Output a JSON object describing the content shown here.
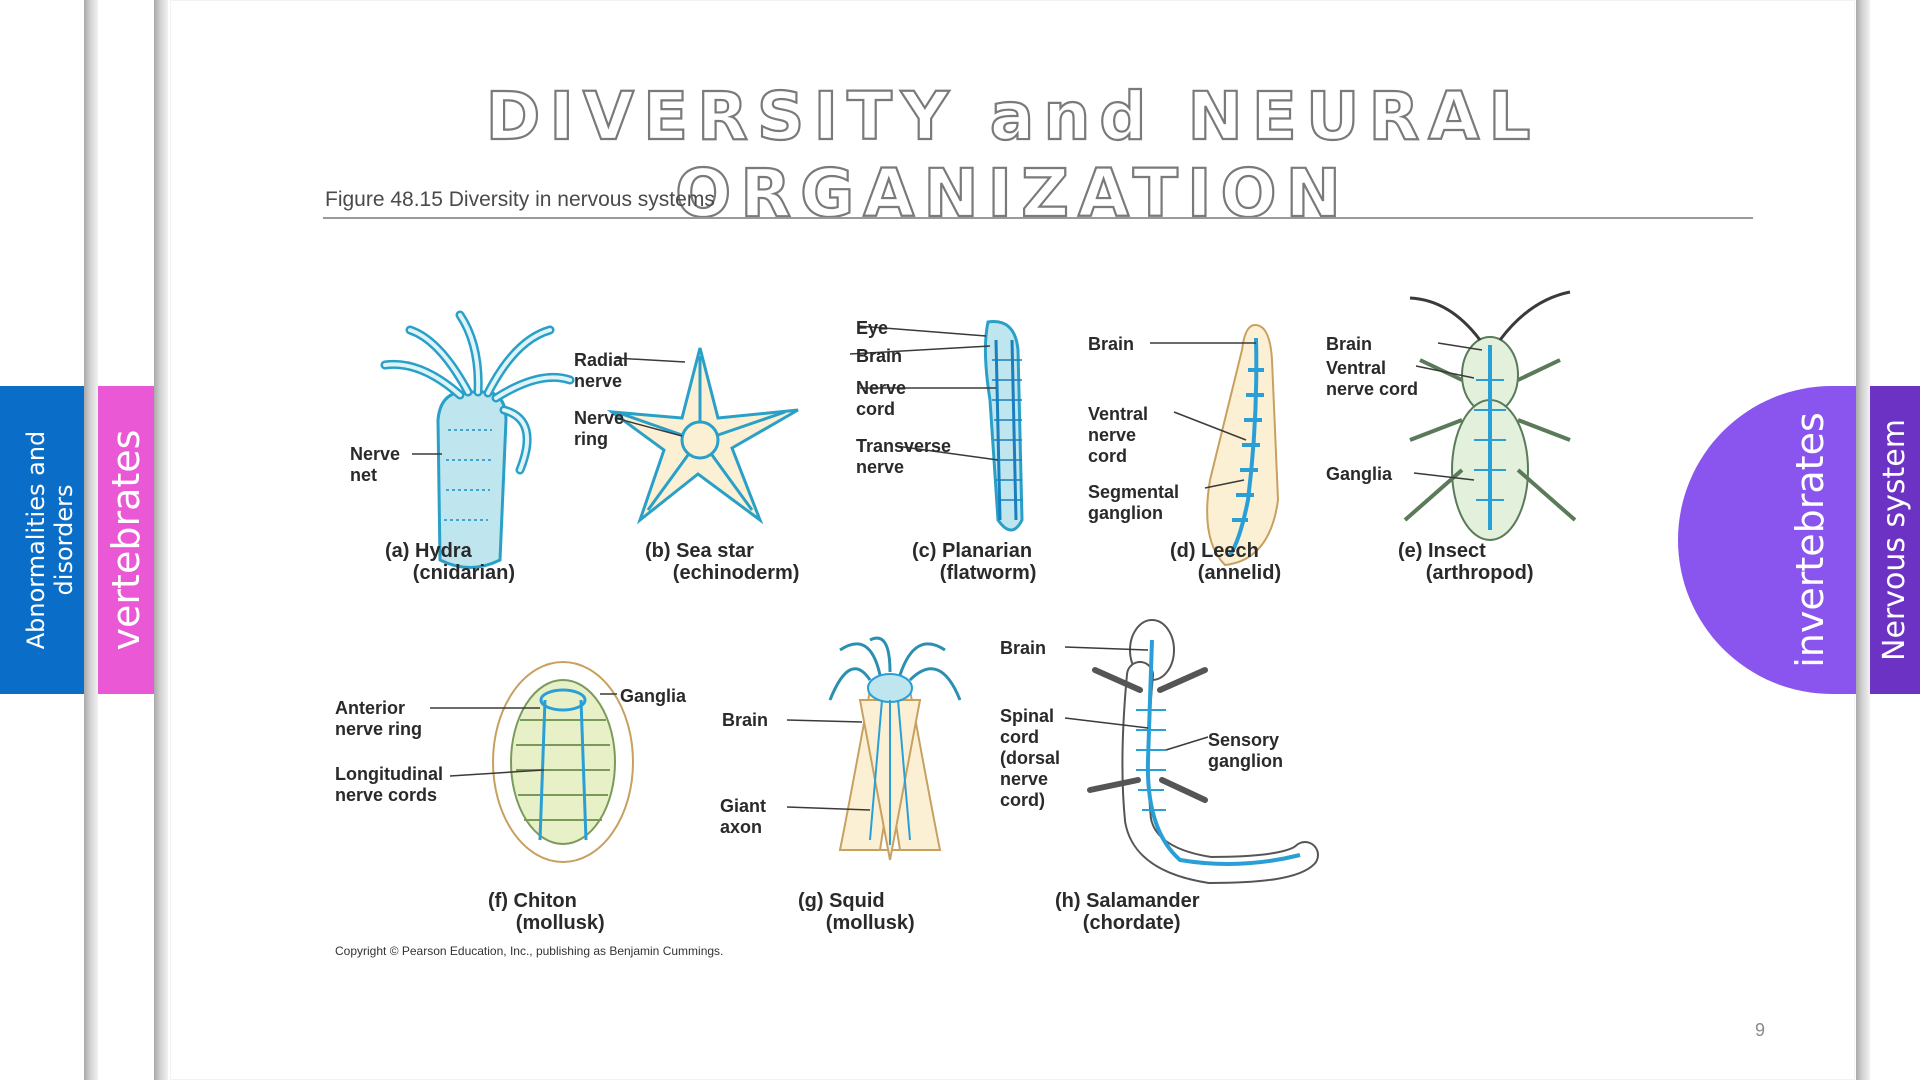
{
  "nav": {
    "tabs": [
      {
        "label": "Abnormalities and\ndisorders",
        "color": "#0a6ec8"
      },
      {
        "label": "vertebrates",
        "color": "#ea58d6"
      },
      {
        "label": "invertebrates",
        "color": "#8a55ee"
      },
      {
        "label": "Nervous system",
        "color": "#6c32c4"
      }
    ]
  },
  "slide": {
    "title": "DIVERSITY and NEURAL ORGANIZATION",
    "page_number": "9"
  },
  "figure": {
    "caption": "Figure 48.15  Diversity in nervous systems",
    "copyright": "Copyright © Pearson Education, Inc., publishing as Benjamin Cummings.",
    "panels": {
      "a": {
        "caption": "(a) Hydra\n     (cnidarian)",
        "labels": [
          "Nerve\nnet"
        ]
      },
      "b": {
        "caption": "(b) Sea star\n     (echinoderm)",
        "labels": [
          "Radial\nnerve",
          "Nerve\nring"
        ]
      },
      "c": {
        "caption": "(c) Planarian\n     (flatworm)",
        "labels": [
          "Eye",
          "Brain",
          "Nerve\ncord",
          "Transverse\nnerve"
        ]
      },
      "d": {
        "caption": "(d) Leech\n     (annelid)",
        "labels": [
          "Brain",
          "Ventral\nnerve\ncord",
          "Segmental\nganglion"
        ]
      },
      "e": {
        "caption": "(e) Insect\n     (arthropod)",
        "labels": [
          "Brain",
          "Ventral\nnerve cord",
          "Ganglia"
        ]
      },
      "f": {
        "caption": "(f) Chiton\n     (mollusk)",
        "labels": [
          "Anterior\nnerve ring",
          "Longitudinal\nnerve cords",
          "Ganglia"
        ]
      },
      "g": {
        "caption": "(g) Squid\n     (mollusk)",
        "labels": [
          "Brain",
          "Giant\naxon"
        ]
      },
      "h": {
        "caption": "(h) Salamander\n     (chordate)",
        "labels": [
          "Brain",
          "Spinal\ncord\n(dorsal\nnerve\ncord)",
          "Sensory\nganglion"
        ]
      }
    }
  }
}
